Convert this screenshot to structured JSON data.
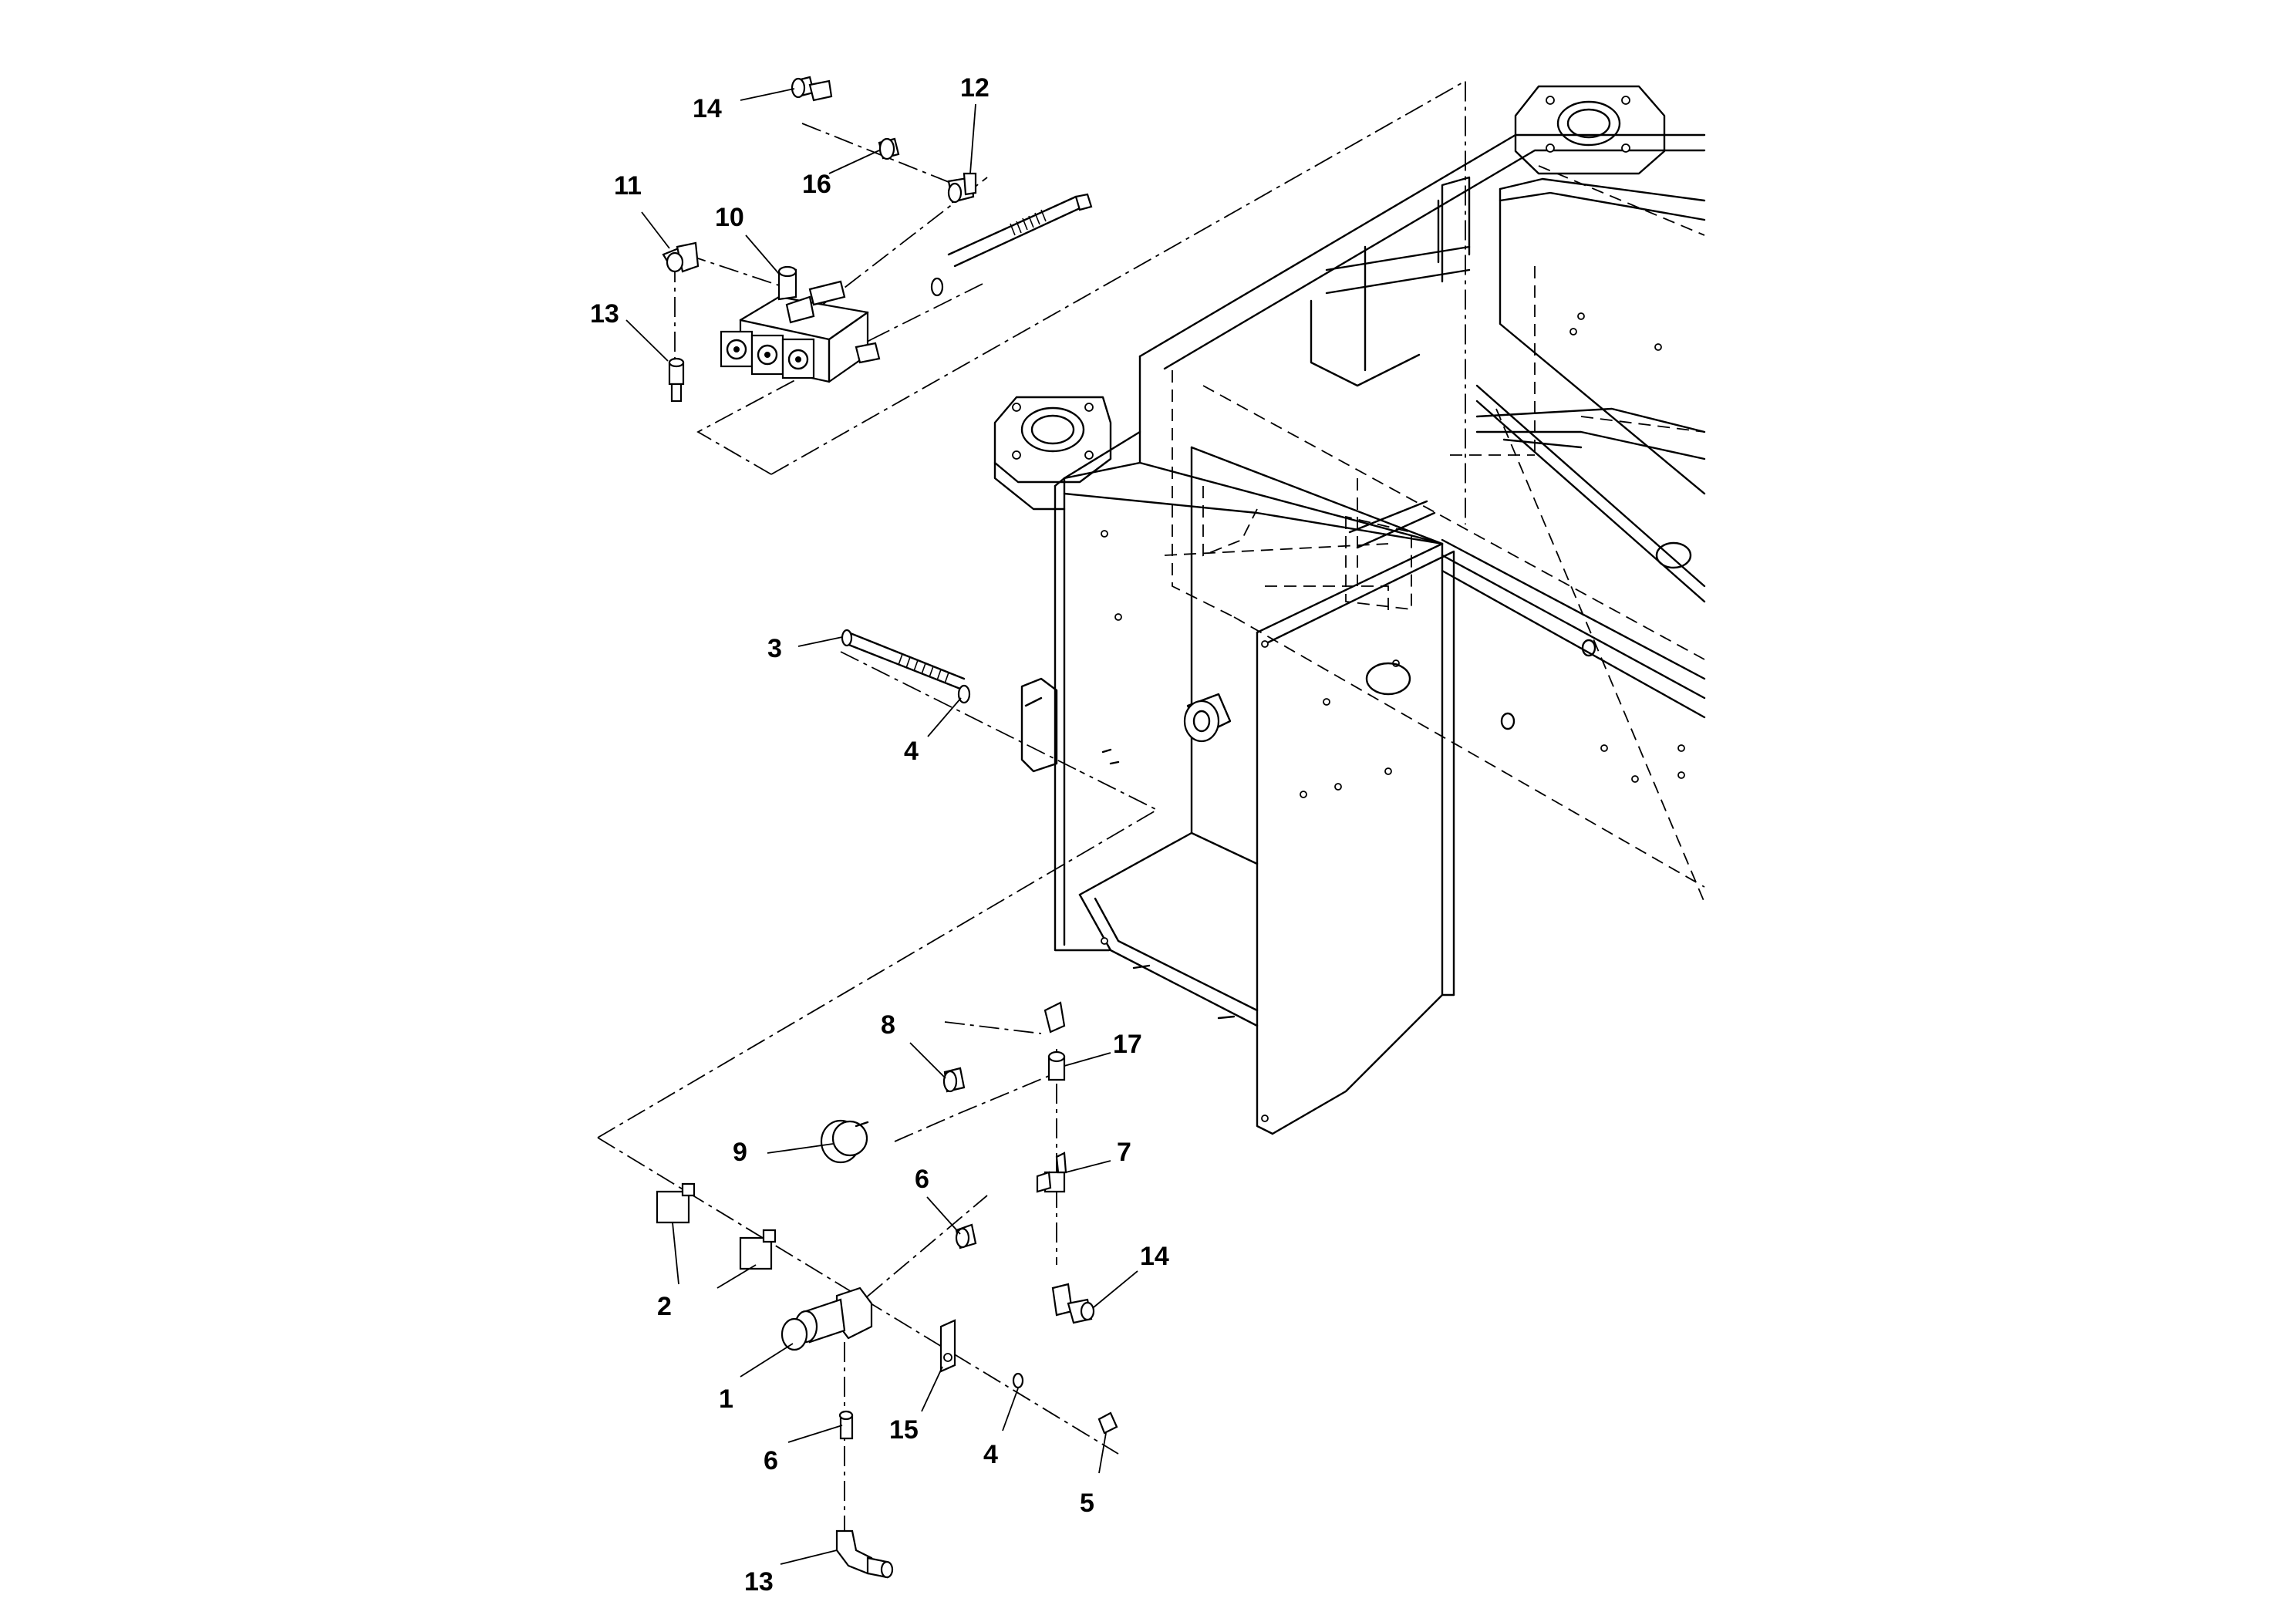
{
  "callouts": [
    {
      "id": "c14a",
      "label": "14"
    },
    {
      "id": "c12",
      "label": "12"
    },
    {
      "id": "c16",
      "label": "16"
    },
    {
      "id": "c11",
      "label": "11"
    },
    {
      "id": "c10",
      "label": "10"
    },
    {
      "id": "c13a",
      "label": "13"
    },
    {
      "id": "c3",
      "label": "3"
    },
    {
      "id": "c4a",
      "label": "4"
    },
    {
      "id": "c8",
      "label": "8"
    },
    {
      "id": "c17",
      "label": "17"
    },
    {
      "id": "c9",
      "label": "9"
    },
    {
      "id": "c7",
      "label": "7"
    },
    {
      "id": "c6a",
      "label": "6"
    },
    {
      "id": "c14b",
      "label": "14"
    },
    {
      "id": "c2",
      "label": "2"
    },
    {
      "id": "c1",
      "label": "1"
    },
    {
      "id": "c15",
      "label": "15"
    },
    {
      "id": "c6b",
      "label": "6"
    },
    {
      "id": "c4b",
      "label": "4"
    },
    {
      "id": "c5",
      "label": "5"
    },
    {
      "id": "c13b",
      "label": "13"
    }
  ]
}
